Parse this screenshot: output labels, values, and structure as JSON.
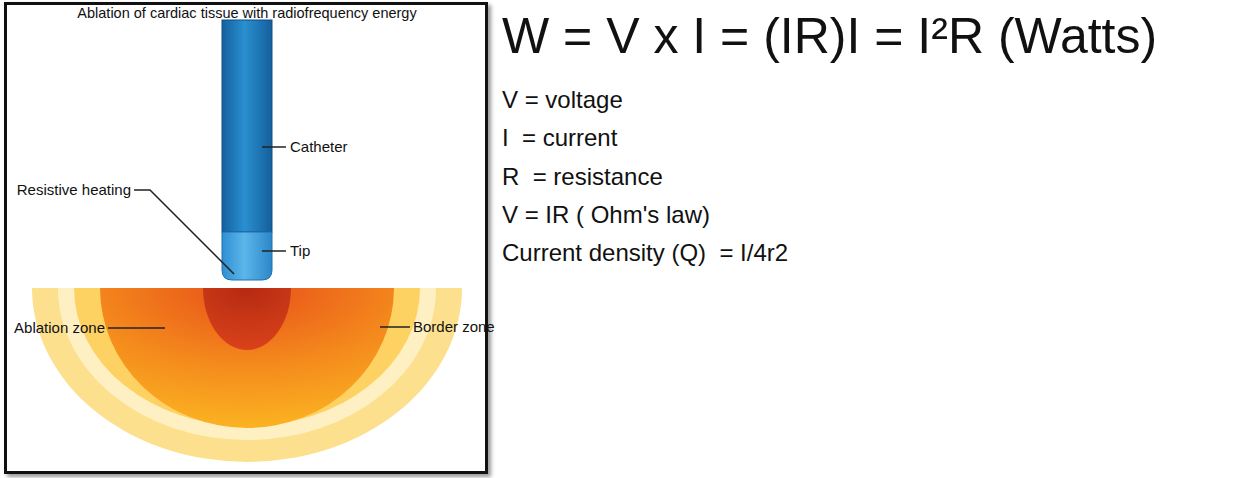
{
  "diagram": {
    "labels": [
      "Ablation of cardiac tissue with radiofrequency energy",
      "Catheter",
      "Resistive heating",
      "Tip",
      "Ablation zone",
      "Border zone",
      "W = V x I = (IR)I = I²R (Watts)",
      "V = voltage",
      "I  = current",
      "R  = resistance",
      "V = IR ( Ohm's law)",
      "Current density (Q)  = I/4r2"
    ]
  }
}
